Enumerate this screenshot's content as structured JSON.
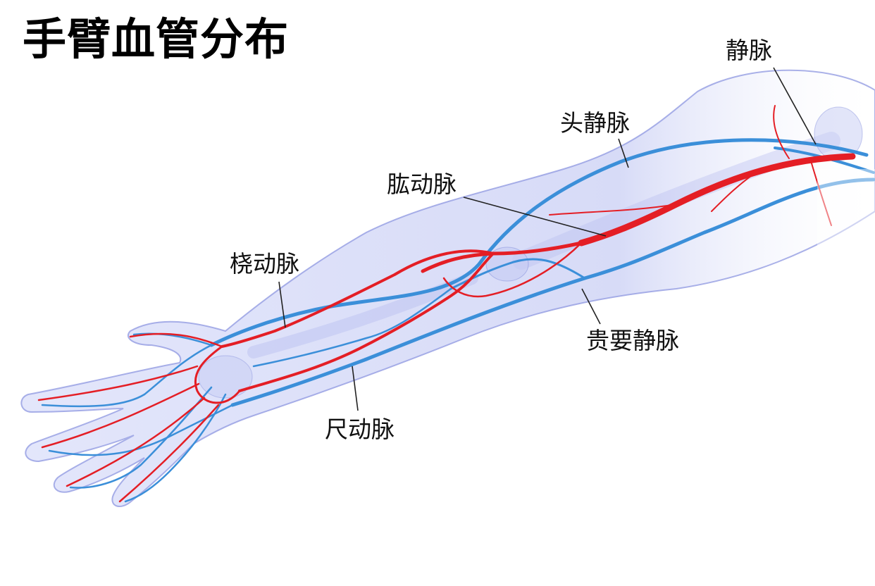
{
  "title": "手臂血管分布",
  "labels": {
    "vein": "静脉",
    "cephalic_vein": "头静脉",
    "brachial_artery": "肱动脉",
    "radial_artery": "桡动脉",
    "basilic_vein": "贵要静脉",
    "ulnar_artery": "尺动脉"
  },
  "colors": {
    "artery": "#e41e25",
    "vein": "#3b8fd9",
    "skin": "#c9cdf3",
    "skin_outline": "#8e97e0"
  }
}
